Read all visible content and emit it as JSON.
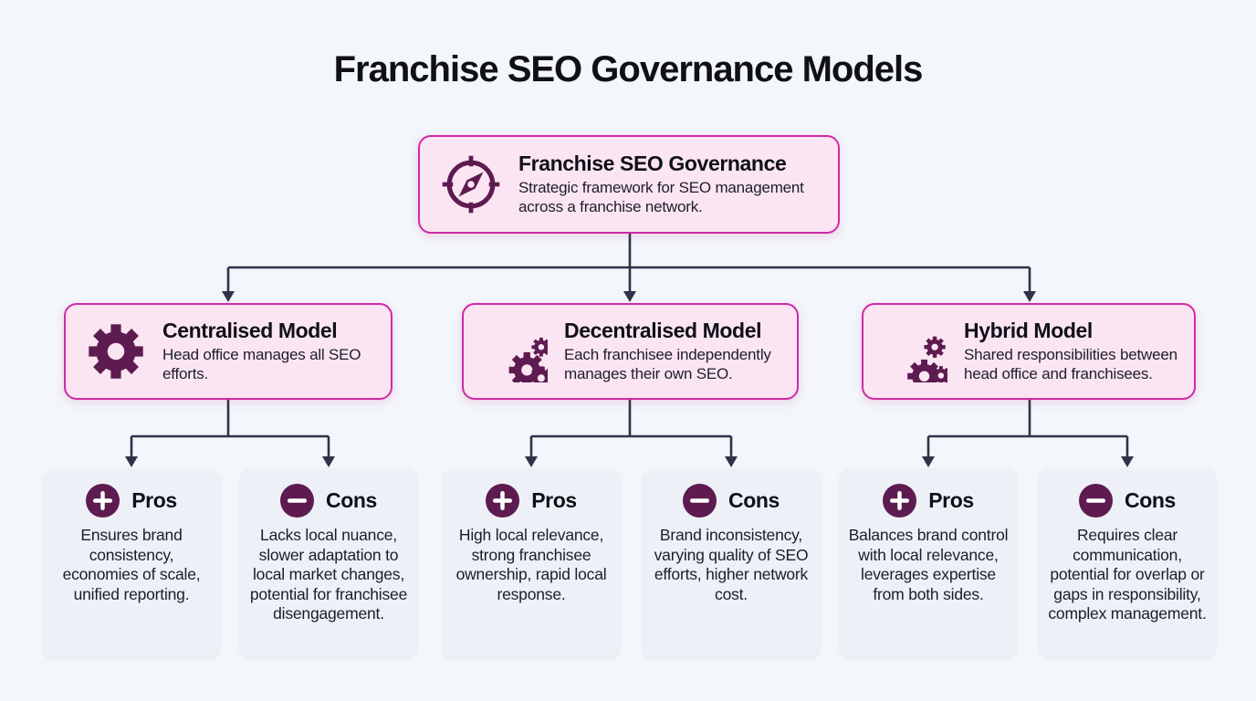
{
  "page": {
    "title": "Franchise SEO Governance Models"
  },
  "root": {
    "icon": "compass-icon",
    "title": "Franchise SEO Governance",
    "description": "Strategic framework for SEO management across a franchise network."
  },
  "models": [
    {
      "icon": "gear-icon",
      "title": "Centralised Model",
      "description": "Head office manages all SEO efforts.",
      "pros": {
        "icon": "plus-icon",
        "label": "Pros",
        "text": "Ensures brand consistency, economies of scale, unified reporting."
      },
      "cons": {
        "icon": "minus-icon",
        "label": "Cons",
        "text": "Lacks local nuance, slower adaptation to local market changes, potential for franchisee disengagement."
      }
    },
    {
      "icon": "gears-icon",
      "title": "Decentralised Model",
      "description": "Each franchisee independently manages their own SEO.",
      "pros": {
        "icon": "plus-icon",
        "label": "Pros",
        "text": "High local relevance, strong franchisee ownership, rapid local response."
      },
      "cons": {
        "icon": "minus-icon",
        "label": "Cons",
        "text": "Brand inconsistency, varying quality of SEO efforts, higher network cost."
      }
    },
    {
      "icon": "gears-icon",
      "title": "Hybrid Model",
      "description": "Shared responsibilities between head office and franchisees.",
      "pros": {
        "icon": "plus-icon",
        "label": "Pros",
        "text": "Balances brand control with local relevance, leverages expertise from both sides."
      },
      "cons": {
        "icon": "minus-icon",
        "label": "Cons",
        "text": "Requires clear communication, potential for overlap or gaps in responsibility, complex management."
      }
    }
  ],
  "colors": {
    "background": "#f3f6fa",
    "node_fill": "#fbe5f3",
    "accent_border": "#cf2ba3",
    "icon_purple": "#5d1b50",
    "arrow": "#2d3348",
    "card_fill": "#edf0f6",
    "heading_text": "#101018",
    "body_text": "#1d1d28"
  }
}
